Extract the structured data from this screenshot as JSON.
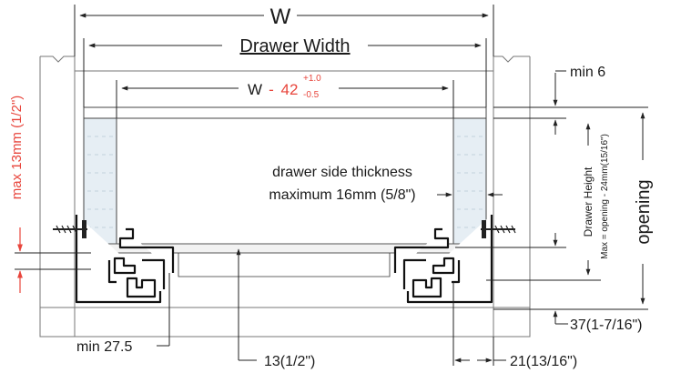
{
  "dimensions": {
    "overall_width": "W",
    "drawer_width": "Drawer Width",
    "inner_width": {
      "base": "W",
      "separator": "-",
      "offset": "42",
      "tol_plus": "+1.0",
      "tol_minus": "-0.5"
    },
    "min_top": "min 6",
    "side_thickness_line1": "drawer side thickness",
    "side_thickness_line2": "maximum 16mm (5/8\")",
    "max_bottom": "max 13mm (1/2\")",
    "opening": "opening",
    "drawer_height_line1": "Drawer Height",
    "drawer_height_line2": "Max = opening - 24mm(15/16\")",
    "rail_height": "37(1-7/16\")",
    "min_side": "min 27.5",
    "bottom_recess": "13(1/2\")",
    "rail_depth": "21(13/16\")"
  },
  "colors": {
    "accent_red": "#e8453c",
    "line": "#222222",
    "side_panel_fill": "#e6eef4"
  }
}
